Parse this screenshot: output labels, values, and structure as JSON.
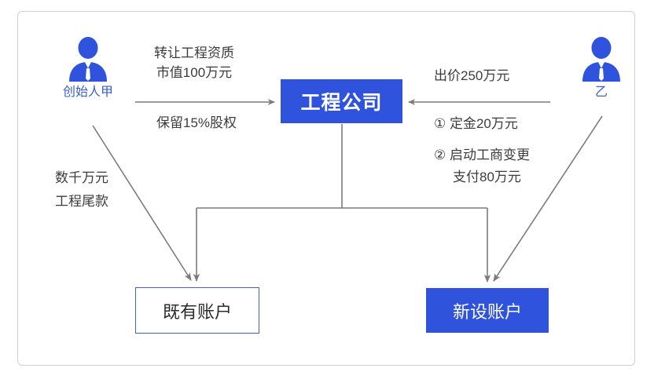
{
  "diagram": {
    "title_node": "工程公司",
    "nodes": {
      "founder": {
        "icon": "person-icon",
        "label": "创始人甲"
      },
      "buyer": {
        "icon": "person-icon",
        "label": "乙"
      },
      "company": {
        "label": "工程公司"
      },
      "existing_account": {
        "label": "既有账户"
      },
      "new_account": {
        "label": "新设账户"
      }
    },
    "edge_labels": {
      "transfer_line1": "转让工程资质",
      "transfer_line2": "市值100万元",
      "equity": "保留15%股权",
      "offer": "出价250万元",
      "step1": "① 定金20万元",
      "step2_line1": "② 启动工商变更",
      "step2_line2": "支付80万元",
      "tail_line1": "数千万元",
      "tail_line2": "工程尾款"
    },
    "colors": {
      "brand_blue": "#2f53dd",
      "label_blue": "#3a5fd0",
      "arrow_gray": "#7b7b7b",
      "text_dark": "#3c3c3c",
      "frame_border": "#cfcfd4"
    }
  }
}
